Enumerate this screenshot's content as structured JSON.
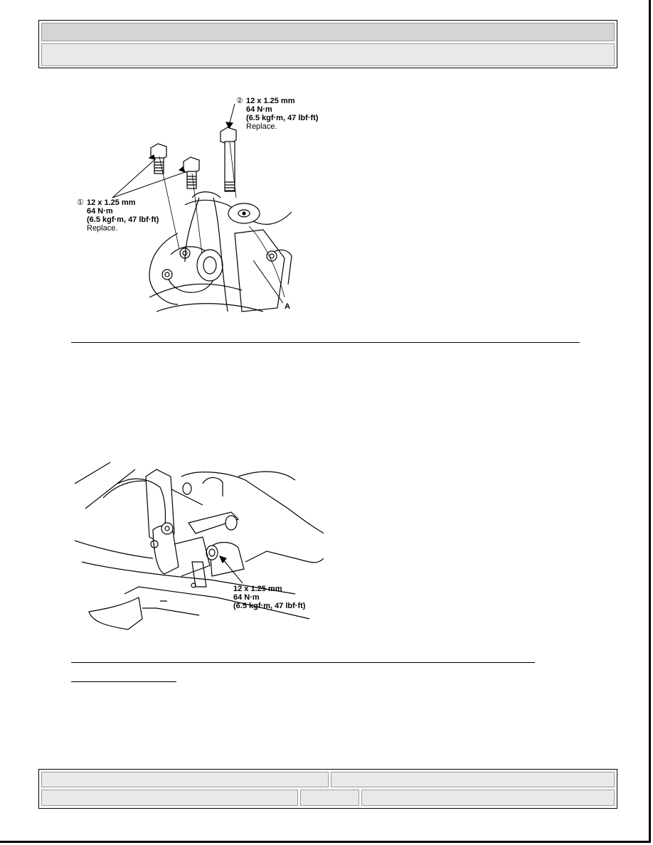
{
  "figure1": {
    "callout1": {
      "marker": "①",
      "line1": "12 x 1.25 mm",
      "line2": "64 N·m",
      "line3": "(6.5 kgf·m, 47 lbf·ft)",
      "line4": "Replace."
    },
    "callout2": {
      "marker": "②",
      "line1": "12 x 1.25 mm",
      "line2": "64 N·m",
      "line3": "(6.5 kgf·m, 47 lbf·ft)",
      "line4": "Replace."
    },
    "label_a": "A"
  },
  "figure2": {
    "callout": {
      "line1": "12 x 1.25 mm",
      "line2": "64 N·m",
      "line3": "(6.5 kgf·m, 47 lbf·ft)"
    }
  }
}
